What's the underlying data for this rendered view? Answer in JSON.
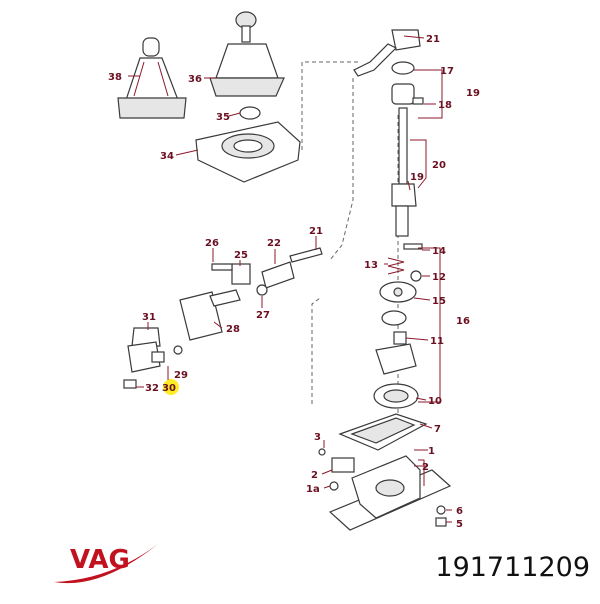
{
  "brand": {
    "name": "VAG",
    "color": "#c1121f"
  },
  "part_number": "191711209",
  "highlight_color": "#ffe800",
  "label_color": "#6b1020",
  "callouts": [
    "38",
    "36",
    "35",
    "34",
    "21",
    "17",
    "18",
    "19",
    "20",
    "19",
    "26",
    "22",
    "21",
    "25",
    "27",
    "31",
    "28",
    "29",
    "30",
    "32",
    "14",
    "13",
    "12",
    "15",
    "16",
    "11",
    "10",
    "7",
    "3",
    "2",
    "1a",
    "1",
    "2",
    "6",
    "5"
  ]
}
